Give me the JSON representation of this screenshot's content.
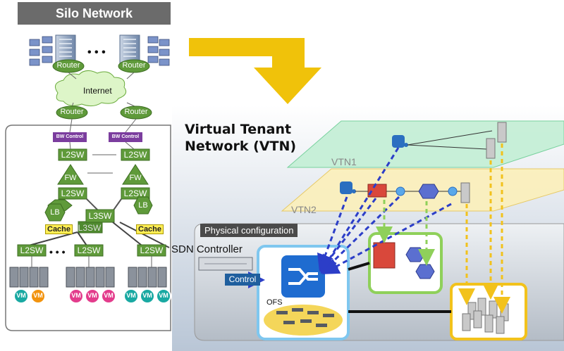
{
  "title": "Silo Network",
  "vtn_title_line1": "Virtual Tenant",
  "vtn_title_line2": "Network (VTN)",
  "labels": {
    "router": "Router",
    "internet": "Internet",
    "bw_control": "BW Control",
    "l2sw": "L2SW",
    "l3sw": "L3SW",
    "fw": "FW",
    "lb": "LB",
    "cache": "Cache",
    "vm": "VM",
    "vtn1": "VTN1",
    "vtn2": "VTN2",
    "physical_configuration": "Physical configuration",
    "sdn_controller": "SDN Controller",
    "control": "Control",
    "ofs": "OFS",
    "ellipsis": "• • •"
  },
  "colors": {
    "router_green": "#5f9a3a",
    "arrow_yellow": "#f0c20a",
    "vtn1_green": "#c4efd6",
    "vtn2_yellow": "#fbf0bd",
    "control_blue": "#1f5f9e",
    "flow_blue": "#2c3ec8",
    "flow_green": "#8fd05a",
    "flow_yellow": "#f2c21c",
    "vm_pink": "#e33c8c",
    "vm_orange": "#f2930e",
    "vm_teal": "#19a9a2"
  }
}
